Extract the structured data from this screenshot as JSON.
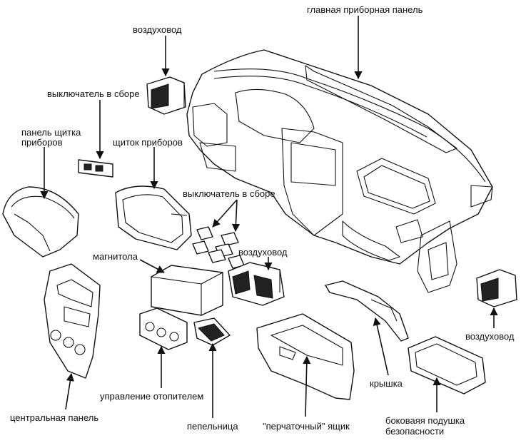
{
  "labels": {
    "main_panel": "главная приборная панель",
    "air_duct_top": "воздуховод",
    "switch_assembly_left": "выключатель в сборе",
    "cluster_panel_line1": "панель щитка",
    "cluster_panel_line2": "приборов",
    "instrument_cluster": "щиток приборов",
    "switch_assembly_center": "выключатель в сборе",
    "radio": "магнитола",
    "air_duct_center": "воздуховод",
    "air_duct_right": "воздуховод",
    "cover": "крышка",
    "heater_control": "управление отопителем",
    "center_panel": "центральная панель",
    "ashtray": "пепельница",
    "glove_box": "\"перчаточный\" ящик",
    "side_airbag_line1": "боковаяя подушка",
    "side_airbag_line2": "безопасности"
  }
}
